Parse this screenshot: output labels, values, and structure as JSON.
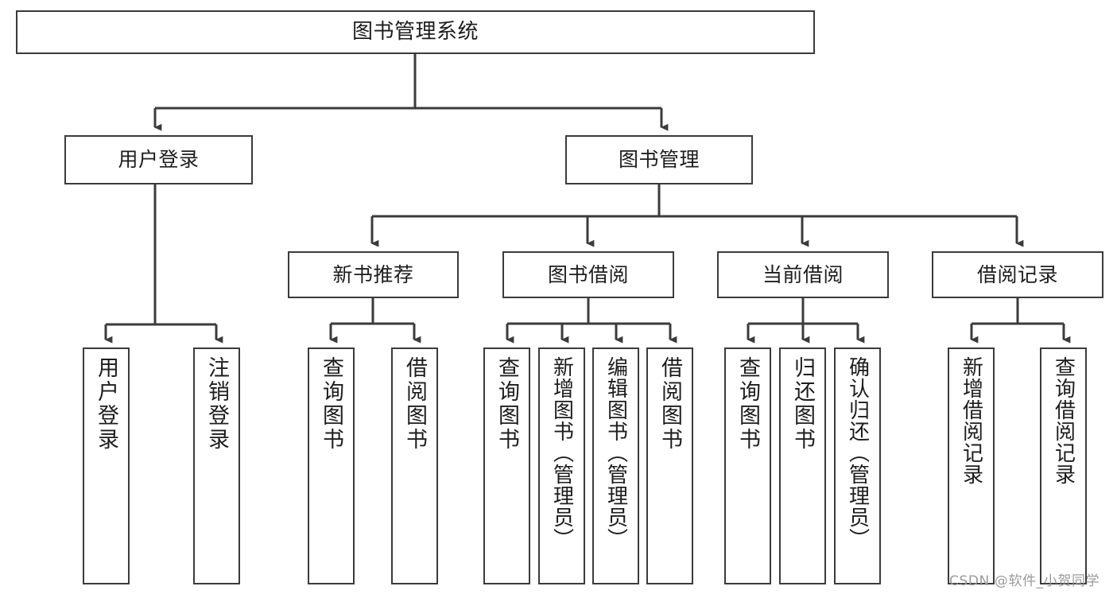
{
  "diagram": {
    "title": "图书管理系统",
    "type": "hierarchy-tree",
    "colors": {
      "stroke": "#3b3b3b",
      "fill": "#ffffff",
      "text": "#1d1d1d",
      "watermark": "#9a9a9a"
    },
    "root": {
      "label": "图书管理系统"
    },
    "level1": [
      {
        "label": "用户登录"
      },
      {
        "label": "图书管理"
      }
    ],
    "level2": [
      {
        "label": "新书推荐"
      },
      {
        "label": "图书借阅"
      },
      {
        "label": "当前借阅"
      },
      {
        "label": "借阅记录"
      }
    ],
    "leaves": {
      "user_login": [
        {
          "label": "用户登录"
        },
        {
          "label": "注销登录"
        }
      ],
      "new_book": [
        {
          "label": "查询图书"
        },
        {
          "label": "借阅图书"
        }
      ],
      "borrow_book": [
        {
          "label": "查询图书"
        },
        {
          "label": "新增图书（管理员）"
        },
        {
          "label": "编辑图书（管理员）"
        },
        {
          "label": "借阅图书"
        }
      ],
      "current_borrow": [
        {
          "label": "查询图书"
        },
        {
          "label": "归还图书"
        },
        {
          "label": "确认归还（管理员）"
        }
      ],
      "borrow_record": [
        {
          "label": "新增借阅记录"
        },
        {
          "label": "查询借阅记录"
        }
      ]
    }
  },
  "watermark": {
    "text": "CSDN @软件_小贺同学"
  }
}
